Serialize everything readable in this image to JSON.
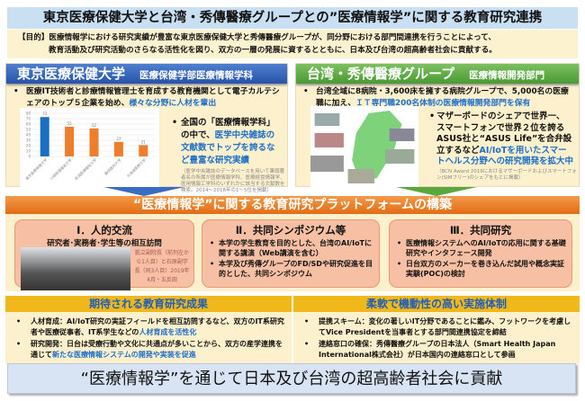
{
  "title": "東京医療保健大学と台湾・秀傳醫療グループとの”医療情報学”に関する教育研究連携",
  "purpose": {
    "line1": "【目的】医療情報学における研究実績が豊富な東京医療保健大学と秀傳醫療グループが、同分野における部門間連携を行うことによって、",
    "line2": "教育活動及び研究活動のさらなる活性化を図り、双方の一層の発展に資するとともに、日本及び台湾の超高齢者社会に貢献する。"
  },
  "left": {
    "title": "東京医療保健大学",
    "subtitle": "医療保健学部医療情報学科",
    "bullet1_a": "医療IT技術者と診療情報管理士を育成する教育機関として電子カルテシェアのトップ５企業を始め、",
    "bullet1_b": "様々な分野に人材を輩出",
    "bullet2_a": "全国の「医療情報学科」の中で、",
    "bullet2_b": "医学中央雑誌の文献数でトップを誇るなど豊富な研究実績",
    "note": "（医学中央雑誌のデータベースを用いて筆頭著者名の所属が医療情報学科、医療経営情報学、医用情報工学科のいずれかに該当する文献数を検索。2014～2018年の1～5位を掲載）"
  },
  "chart_data": {
    "type": "bar",
    "categories": [
      "東京医療保健大学",
      "川崎医療福祉大学",
      "新潟医療福祉大学",
      "藤田医科大学",
      "北海道医療大学"
    ],
    "values": [
      73,
      55,
      52,
      27,
      21
    ],
    "ylim": [
      0,
      80
    ],
    "yticks": [
      0,
      10,
      20,
      30,
      40,
      50,
      60,
      70,
      80
    ],
    "colors": [
      "#1a6fc2",
      "#ee7d2c",
      "#ee7d2c",
      "#ee7d2c",
      "#ee7d2c"
    ]
  },
  "right": {
    "title": "台湾・秀傳醫療グループ",
    "subtitle": "医療情報開発部門",
    "bullet1_a": "台湾全域に8病院・3,600床を擁する病院グループで、5,000名の医療職に加え、",
    "bullet1_b": "ＩＴ専門職200名体制の医療情報開発部門を保有",
    "bullet2_a": "マザーボードのシェアで世界一、スマートフォンで世界２位を誇るASUS社と“ASUS Life”を合弁設立するなど",
    "bullet2_b": "AI/IoTを用いたスマートヘルス分野への研究開発を拡大中",
    "note": "（BCN Award 2019におけるマザーボードおよびスマートフォン(SIMフリー)のシェアをもとに掲載）"
  },
  "platform": {
    "title": "“医療情報学”に関する教育研究プラットフォームの構築",
    "box1": {
      "title": "Ⅰ．人的交流",
      "sub": "研究者･実務者･学生等の相互訪問",
      "caption": "凱立副院長（前列左から1人目）と石原副学長（同3人目）2019年4月・五反田"
    },
    "box2": {
      "title": "Ⅱ．共同シンポジウム等",
      "b1": "本学の学生教育を目的とした、台湾のAI/IoTに関する講演（Web講演を含む）",
      "b2": "本学及び秀傳グループのFD/SDや研究促進を目的とした、共同シンポジウム"
    },
    "box3": {
      "title": "Ⅲ．共同研究",
      "b1": "医療情報システムへのAI/IoTの応用に関する基礎研究やインタフェース開発",
      "b2": "日台双方のメーカーを巻き込んだ試用や概念実証実験(POC)の検討"
    }
  },
  "outcomes": {
    "title": "期待される教育研究成果",
    "b1_a": "人材育成：AI/IoT研究の実証フィールドを相互訪問するなど、双方のIT系研究者や医療従事者、IT系学生などの",
    "b1_b": "人材育成を活性化",
    "b2_a": "研究開発：日台は受療行動や文化に共通点が多いことから、双方の産学連携を通じて",
    "b2_b": "新たな医療情報システムの開発や実装を促進"
  },
  "system": {
    "title": "柔軟で機動性の高い実施体制",
    "b1": "提携スキーム：変化の著しいIT分野であることに鑑み、フットワークを考慮してVice Presidentを当事者とする部門間連携協定を締結",
    "b2": "連絡窓口の確保：秀傳醫療グループの日本法人（Smart Health Japan International株式会社）が日本国内の連絡窓口として参画"
  },
  "final": "“医療情報学”を通じて日本及び台湾の超高齢者社会に貢献"
}
